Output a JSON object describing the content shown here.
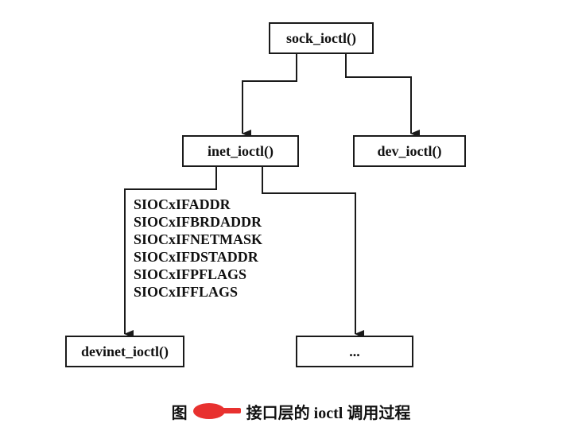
{
  "nodes": {
    "sock_ioctl": "sock_ioctl()",
    "inet_ioctl": "inet_ioctl()",
    "dev_ioctl": "dev_ioctl()",
    "devinet_ioctl": "devinet_ioctl()",
    "more": "..."
  },
  "ioctl_commands": [
    "SIOCxIFADDR",
    "SIOCxIFBRDADDR",
    "SIOCxIFNETMASK",
    "SIOCxIFDSTADDR",
    "SIOCxIFPFLAGS",
    "SIOCxIFFLAGS"
  ],
  "caption": {
    "prefix": "图",
    "text": "接口层的 ioctl 调用过程"
  },
  "colors": {
    "line": "#1a1a1a",
    "redaction": "#e8312f"
  }
}
